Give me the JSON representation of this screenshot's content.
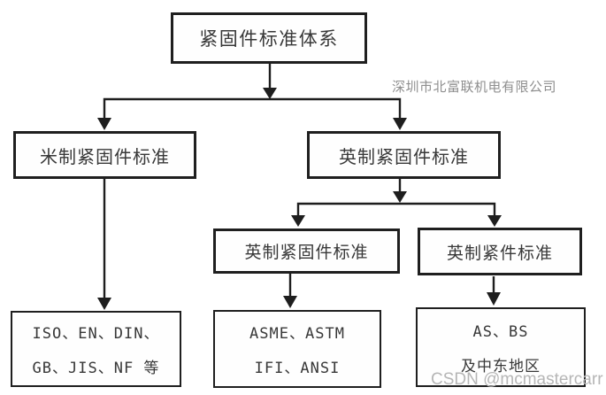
{
  "diagram": {
    "title": "紧固件标准体系",
    "nodes": {
      "root": {
        "label": "紧固件标准体系"
      },
      "metric": {
        "label": "米制紧固件标准"
      },
      "imperial": {
        "label": "英制紧固件标准"
      },
      "imperial_fastener": {
        "label": "英制紧固件标准"
      },
      "imperial_parts": {
        "label": "英制紧件标准"
      },
      "metric_orgs": {
        "line1": "ISO、EN、DIN、",
        "line2": "GB、JIS、NF 等"
      },
      "imperial_orgs": {
        "line1": "ASME、ASTM",
        "line2": "IFI、ANSI"
      },
      "region_orgs": {
        "line1": "AS、BS",
        "line2": "及中东地区"
      }
    },
    "edges": [
      [
        "root",
        "metric"
      ],
      [
        "root",
        "imperial"
      ],
      [
        "metric",
        "metric_orgs"
      ],
      [
        "imperial",
        "imperial_fastener"
      ],
      [
        "imperial",
        "imperial_parts"
      ],
      [
        "imperial_fastener",
        "imperial_orgs"
      ],
      [
        "imperial_parts",
        "region_orgs"
      ]
    ]
  },
  "watermarks": {
    "company": "深圳市北富联机电有限公司",
    "credit": "CSDN @mcmastercarr"
  },
  "colors": {
    "background": "#ffffff",
    "box_border": "#1f1f1f",
    "box_fill": "#fefefe",
    "text": "#383838",
    "connector": "#1e1e1e",
    "watermark_company": "#8f8f8f",
    "watermark_credit": "#b6b6b6"
  }
}
